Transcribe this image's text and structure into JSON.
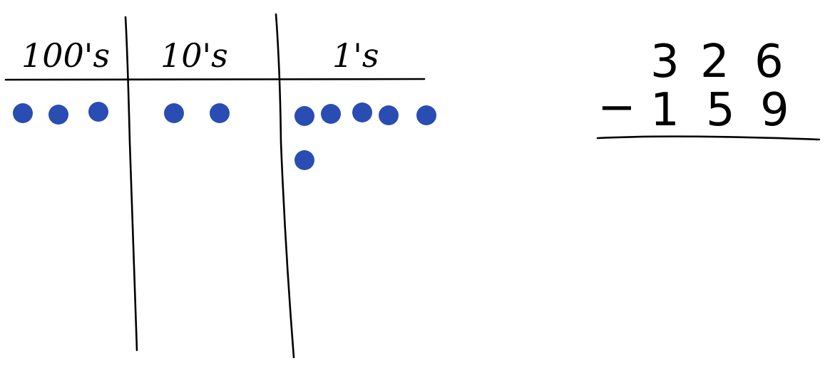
{
  "place_value_chart": {
    "columns": [
      {
        "label": "100's",
        "dot_count": 3
      },
      {
        "label": "10's",
        "dot_count": 2
      },
      {
        "label": "1's",
        "dot_count": 6
      }
    ],
    "dot_color": "#2a4db3",
    "ink_color": "#000000"
  },
  "subtraction": {
    "minuend_digits": [
      "3",
      "2",
      "6"
    ],
    "operator": "−",
    "subtrahend_digits": [
      "1",
      "5",
      "9"
    ]
  }
}
